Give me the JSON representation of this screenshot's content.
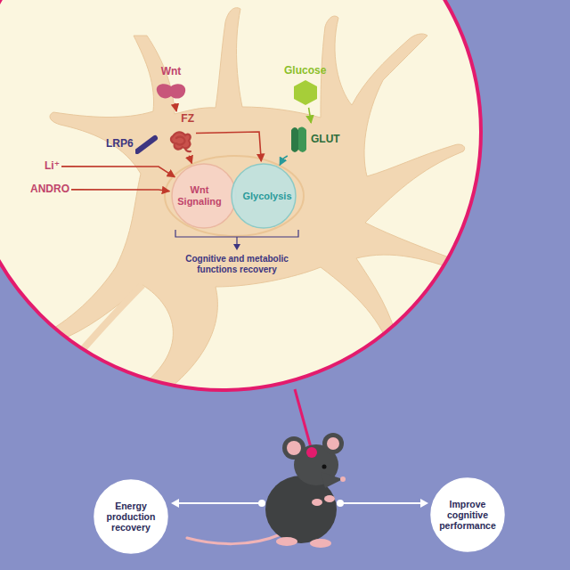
{
  "diagram": {
    "nodes": [
      {
        "text": [
          "Wnt"
        ]
      },
      {
        "text": [
          "Glucose"
        ]
      },
      {
        "text": [
          "FZ"
        ]
      },
      {
        "text": [
          "LRP6"
        ]
      },
      {
        "text": [
          "GLUT"
        ]
      },
      {
        "text": [
          "Li⁺"
        ]
      },
      {
        "text": [
          "ANDRO"
        ]
      },
      {
        "text": [
          "Wnt Signaling"
        ]
      },
      {
        "text": [
          "Glycolysis"
        ]
      },
      {
        "text": [
          "Energy production recovery"
        ]
      },
      {
        "text": [
          "Improve cognitive performance"
        ]
      }
    ],
    "edges": [
      {
        "from": 0,
        "to": 2,
        "arrow": "to"
      },
      {
        "from": 1,
        "to": 4,
        "arrow": "to"
      },
      {
        "from": 5,
        "to": 7,
        "arrow": "to"
      },
      {
        "from": 6,
        "to": 7,
        "arrow": "to"
      },
      {
        "from": 2,
        "to": 7,
        "arrow": "to"
      },
      {
        "from": 2,
        "to": 8,
        "arrow": "to"
      },
      {
        "from": 4,
        "to": 8,
        "arrow": "to"
      }
    ],
    "labels": [
      "Cognitive and metabolic functions recovery"
    ]
  }
}
